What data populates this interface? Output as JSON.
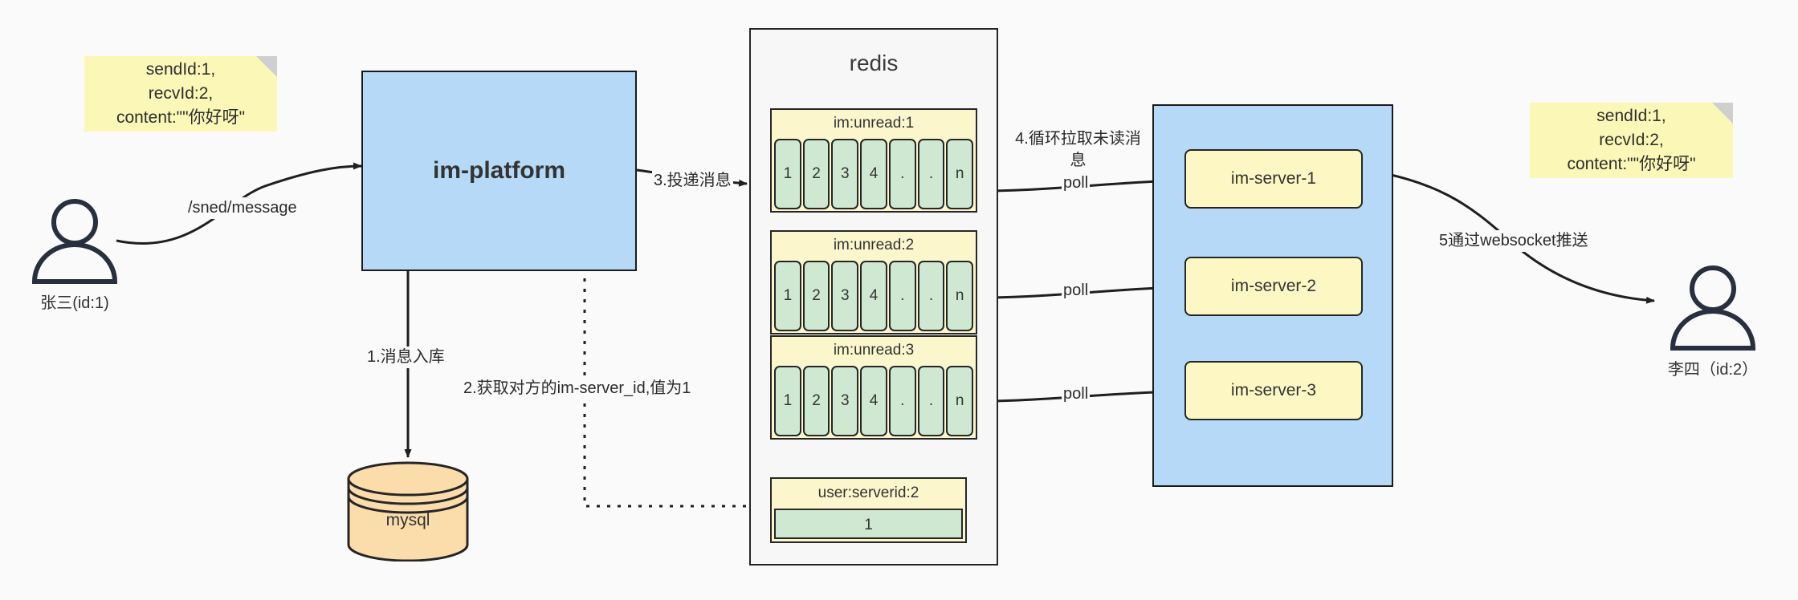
{
  "diagram": {
    "title": "IM message delivery architecture",
    "colors": {
      "background": "#fafafa",
      "note_yellow": "#fbf8b7",
      "blue_box": "#b5d9f6",
      "list_yellow": "#fbf6cc",
      "cell_green": "#cfe8d2",
      "server_yellow": "#fdf7c3",
      "db_orange": "#fbdcab",
      "stroke": "#262626"
    }
  },
  "notes": {
    "left": "sendId:1,\nrecvId:2,\ncontent:\"\"你好呀\"",
    "right": "sendId:1,\nrecvId:2,\ncontent:\"\"你好呀\""
  },
  "actors": {
    "sender": {
      "label": "张三(id:1)",
      "icon": "user-icon"
    },
    "receiver": {
      "label": "李四（id:2）",
      "icon": "user-icon"
    }
  },
  "platform": {
    "label": "im-platform"
  },
  "database": {
    "label": "mysql",
    "icon": "database-cylinder-icon"
  },
  "redis": {
    "title": "redis",
    "lists": [
      {
        "key": "im:unread:1",
        "cells": [
          "1",
          "2",
          "3",
          "4",
          ".",
          ".",
          "n"
        ]
      },
      {
        "key": "im:unread:2",
        "cells": [
          "1",
          "2",
          "3",
          "4",
          ".",
          ".",
          "n"
        ]
      },
      {
        "key": "im:unread:3",
        "cells": [
          "1",
          "2",
          "3",
          "4",
          ".",
          ".",
          "n"
        ]
      }
    ],
    "kv": {
      "key": "user:serverid:2",
      "value": "1"
    }
  },
  "server_cluster": {
    "servers": [
      {
        "label": "im-server-1"
      },
      {
        "label": "im-server-2"
      },
      {
        "label": "im-server-3"
      }
    ]
  },
  "edges": {
    "send_message": "/sned/message",
    "step1": "1.消息入库",
    "step2": "2.获取对方的im-server_id,值为1",
    "step3": "3.投递消息",
    "step4": "4.循环拉取未读消\n息",
    "poll1": "poll",
    "poll2": "poll",
    "poll3": "poll",
    "step5": "5通过websocket推送"
  }
}
